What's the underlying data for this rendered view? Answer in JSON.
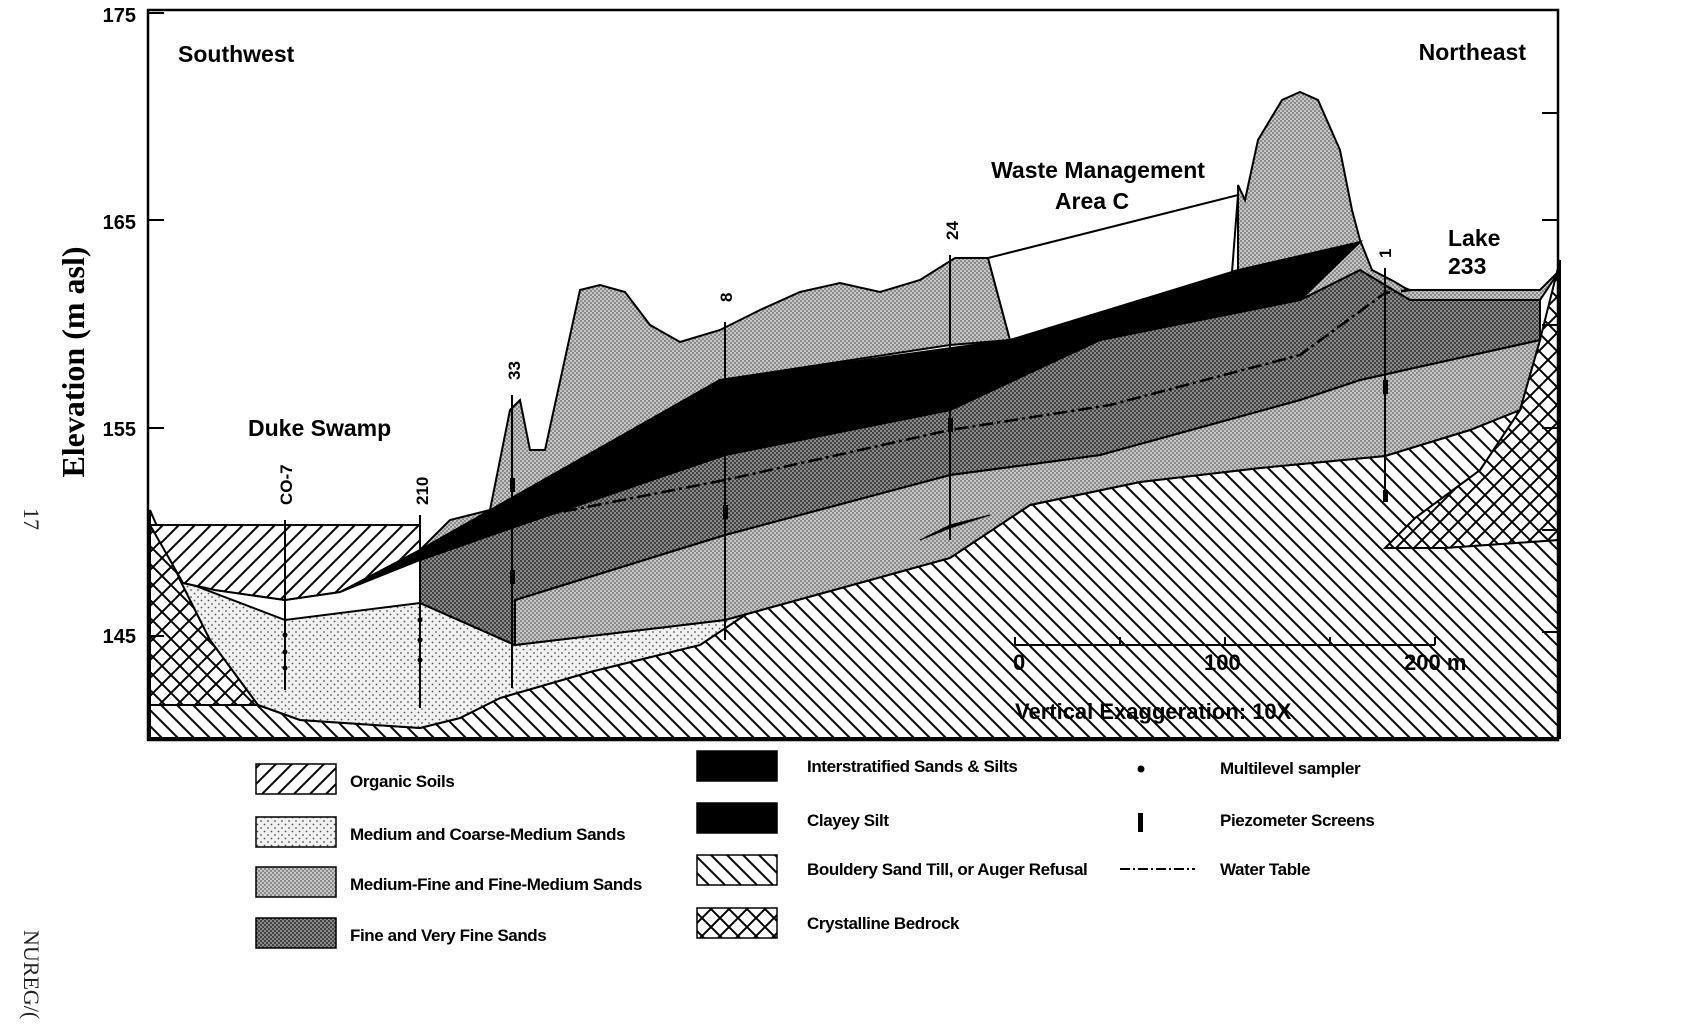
{
  "figure": {
    "y_axis_label": "Elevation (m asl)",
    "y_ticks": [
      "175",
      "165",
      "155",
      "145"
    ],
    "direction_left": "Southwest",
    "direction_right": "Northeast",
    "areas": {
      "duke_swamp": "Duke Swamp",
      "waste_line1": "Waste Management",
      "waste_line2": "Area C",
      "lake_line1": "Lake",
      "lake_line2": "233"
    },
    "wells": [
      "CO-7",
      "210",
      "33",
      "8",
      "24",
      "1"
    ],
    "scale_bar": {
      "ticks": [
        "0",
        "100",
        "200 m"
      ],
      "exaggeration": "Vertical Exaggeration:  10X"
    },
    "page_margin": {
      "page_number": "17",
      "doc_id": "NUREG/("
    }
  },
  "legend": {
    "organic_soils": "Organic Soils",
    "medium_coarse_sands": "Medium and Coarse-Medium Sands",
    "medium_fine_sands": "Medium-Fine and Fine-Medium Sands",
    "fine_sands": "Fine and Very Fine Sands",
    "interstratified": "Interstratified Sands & Silts",
    "clayey_silt": "Clayey Silt",
    "bouldery_till": "Bouldery Sand Till, or Auger Refusal",
    "bedrock": "Crystalline Bedrock",
    "multilevel": "Multilevel sampler",
    "piezometer": "Piezometer Screens",
    "water_table": "Water Table"
  },
  "colors": {
    "ink": "#000000",
    "paper": "#ffffff",
    "stipple_light": "#f4f4f4",
    "stipple_medium": "#c9c9c9",
    "stipple_dark": "#8c8c8c"
  }
}
